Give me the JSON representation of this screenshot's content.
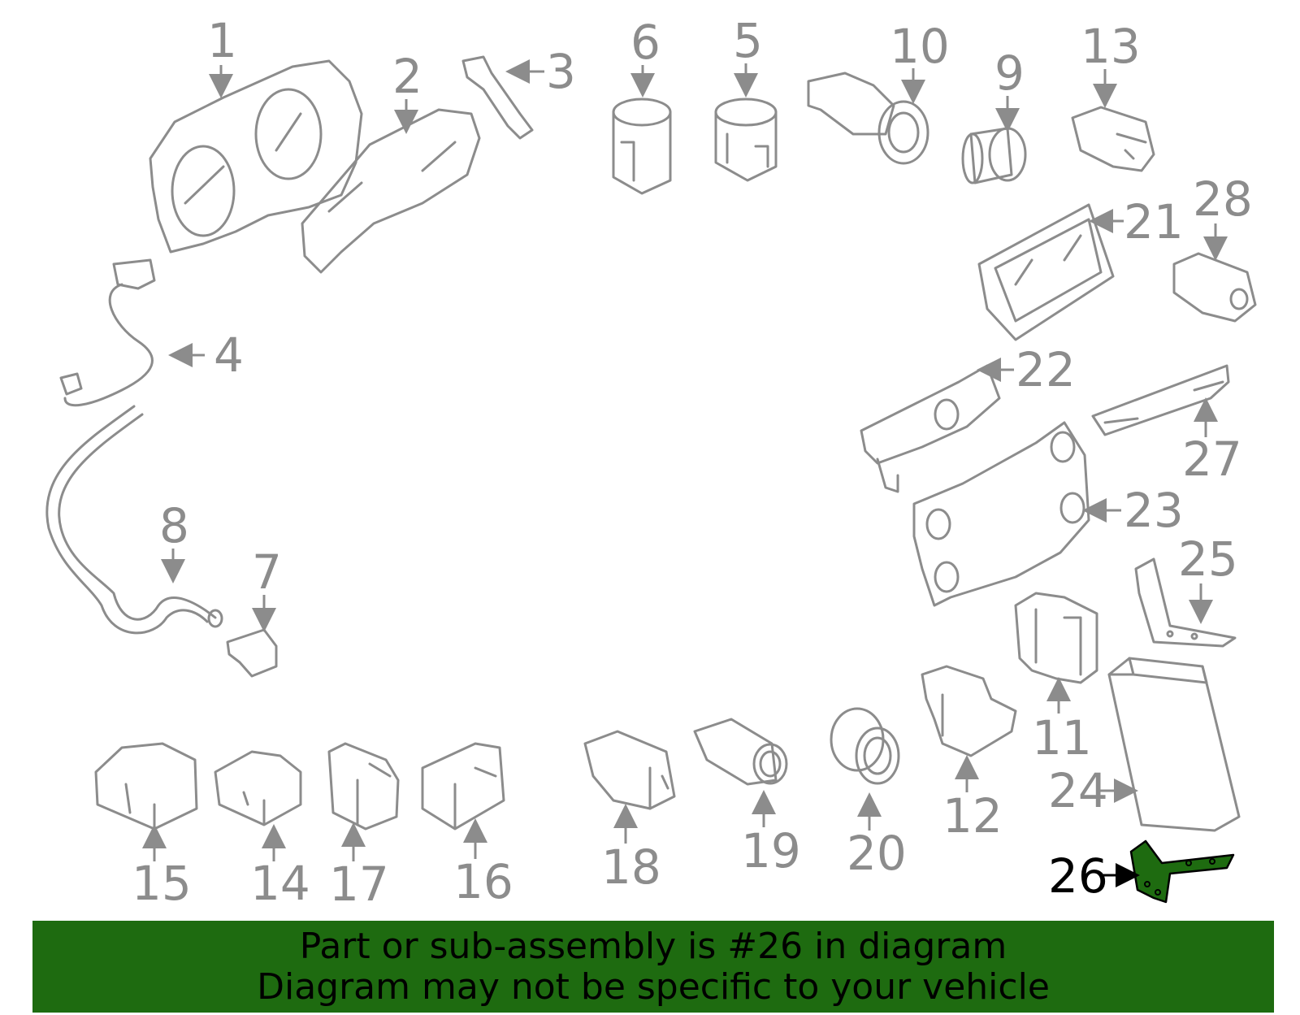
{
  "diagram": {
    "highlight_color": "#1e6b10",
    "callouts": [
      "1",
      "2",
      "3",
      "4",
      "5",
      "6",
      "7",
      "8",
      "9",
      "10",
      "11",
      "12",
      "13",
      "14",
      "15",
      "16",
      "17",
      "18",
      "19",
      "20",
      "21",
      "22",
      "23",
      "24",
      "25",
      "26",
      "27",
      "28"
    ],
    "highlighted_callout": "26"
  },
  "banner": {
    "line1": "Part or sub-assembly is #26 in diagram",
    "line2": "Diagram may not be specific to your vehicle"
  }
}
